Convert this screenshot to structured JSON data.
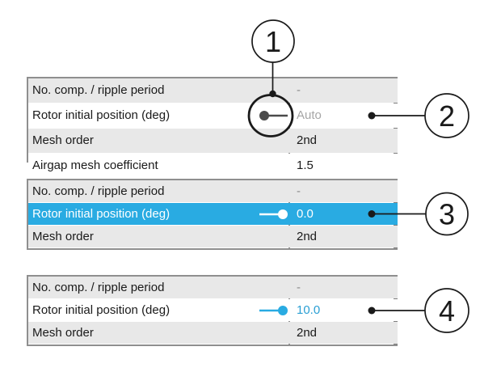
{
  "colors": {
    "selection_bg": "#29abe2",
    "accent_cyan": "#29abe2",
    "row_alt_bg": "#e8e8e8",
    "grid_line": "#8f8f8f",
    "table_right_edge": "#7f7f7f",
    "text_primary": "#1a1a1a",
    "text_muted": "#a6a6a6",
    "value_blue": "#2a9fd4",
    "toggle_dark": "#4a4a4a"
  },
  "callouts": [
    {
      "number": "1"
    },
    {
      "number": "2"
    },
    {
      "number": "3"
    },
    {
      "number": "4"
    }
  ],
  "tables": [
    {
      "state": "auto",
      "rows": [
        {
          "label": "No. comp. / ripple period",
          "value": "-"
        },
        {
          "label": "Rotor initial position (deg)",
          "value": "Auto",
          "toggle": "dot-left-auto"
        },
        {
          "label": "Mesh order",
          "value": "2nd"
        },
        {
          "label": "Airgap mesh coefficient",
          "value": "1.5"
        }
      ]
    },
    {
      "state": "selected-manual-zero",
      "rows": [
        {
          "label": "No. comp. / ripple period",
          "value": "-"
        },
        {
          "label": "Rotor initial position (deg)",
          "value": "0.0",
          "toggle": "dot-right-manual"
        },
        {
          "label": "Mesh order",
          "value": "2nd"
        }
      ]
    },
    {
      "state": "manual-ten",
      "rows": [
        {
          "label": "No. comp. / ripple period",
          "value": "-"
        },
        {
          "label": "Rotor initial position (deg)",
          "value": "10.0",
          "toggle": "dot-right-manual"
        },
        {
          "label": "Mesh order",
          "value": "2nd"
        }
      ]
    }
  ]
}
